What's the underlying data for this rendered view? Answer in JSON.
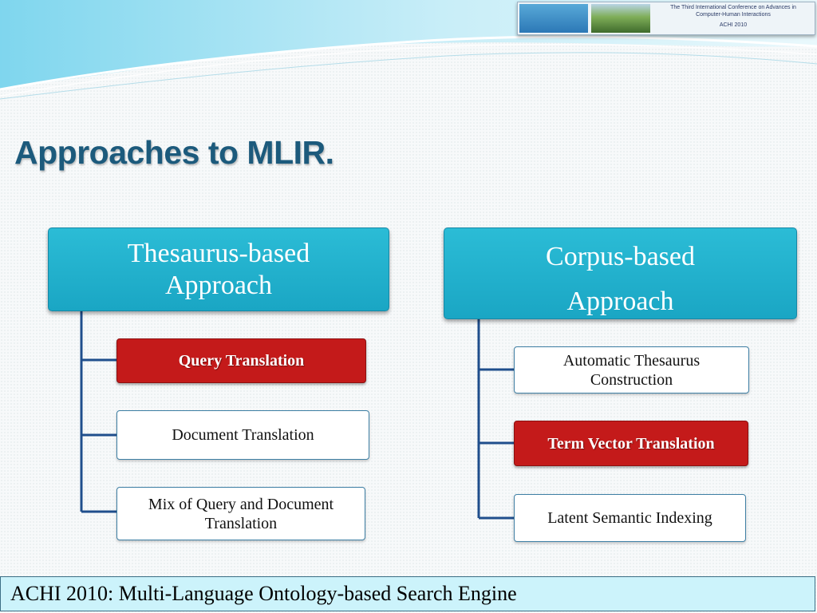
{
  "header": {
    "conference_line1": "The Third International Conference on Advances in",
    "conference_line2": "Computer-Human Interactions",
    "conference_line3": "ACHI 2010"
  },
  "title": "Approaches to MLIR.",
  "left_branch": {
    "heading_line1": "Thesaurus-based",
    "heading_line2": "Approach",
    "items": [
      {
        "label": "Query Translation",
        "highlighted": true
      },
      {
        "label": "Document Translation",
        "highlighted": false
      },
      {
        "label": "Mix of Query and Document Translation",
        "highlighted": false
      }
    ]
  },
  "right_branch": {
    "heading_line1": "Corpus-based",
    "heading_line2": "Approach",
    "items": [
      {
        "label": "Automatic Thesaurus Construction",
        "highlighted": false
      },
      {
        "label": "Term Vector Translation",
        "highlighted": true
      },
      {
        "label": "Latent Semantic Indexing",
        "highlighted": false
      }
    ]
  },
  "footer": "ACHI 2010: Multi-Language Ontology-based Search Engine",
  "colors": {
    "heading_fill": "#1fb0cc",
    "highlight_fill": "#c41a1a",
    "title_text": "#1c5a7c",
    "connector": "#1f4e8c",
    "footer_fill": "#ccf3fb"
  }
}
